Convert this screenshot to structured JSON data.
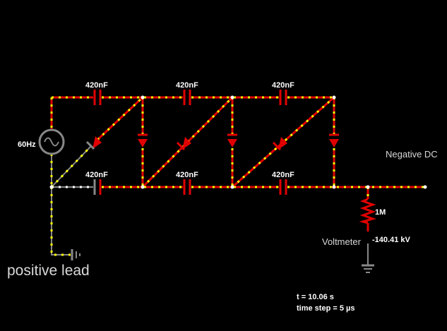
{
  "components": {
    "capacitor_top_1": "420nF",
    "capacitor_top_2": "420nF",
    "capacitor_top_3": "420nF",
    "capacitor_bottom_1": "420nF",
    "capacitor_bottom_2": "420nF",
    "capacitor_bottom_3": "420nF",
    "source_frequency": "60Hz",
    "resistor_value": "1M"
  },
  "labels": {
    "output_label": "Negative DC",
    "input_label": "positive lead",
    "meter_name": "Voltmeter",
    "meter_reading": "-140.41 kV"
  },
  "status": {
    "time": "t = 10.06 s",
    "time_step": "time step = 5 µs"
  },
  "colors": {
    "wire_active": "#e00000",
    "wire_idle": "#888888",
    "current_dot": "#ffff00",
    "background": "#000000"
  }
}
